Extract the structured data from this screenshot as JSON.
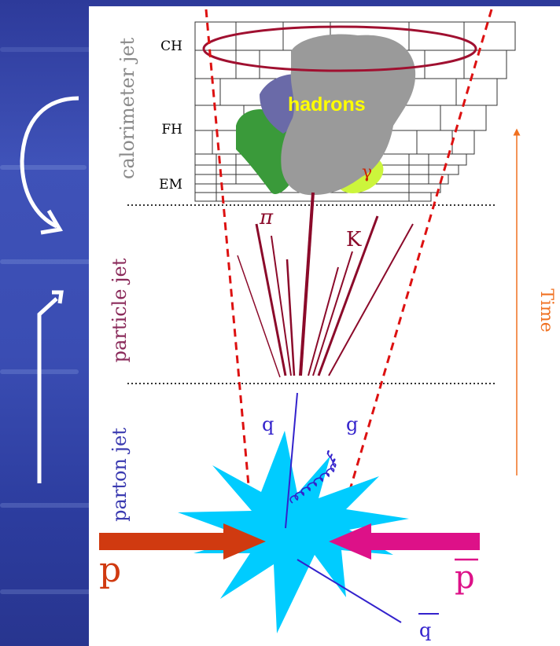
{
  "layers": {
    "calorimeter": "calorimeter jet",
    "particle": "particle jet",
    "parton": "parton jet"
  },
  "calorimeter_sections": {
    "ch": "CH",
    "fh": "FH",
    "em": "EM"
  },
  "particles": {
    "hadrons": "hadrons",
    "gamma": "γ",
    "pion": "π",
    "kaon": "K",
    "quark": "q",
    "gluon": "g",
    "proton": "p",
    "antiproton": "p",
    "antiquark": "q"
  },
  "time_axis": "Time",
  "colors": {
    "background": "#3a4db3",
    "hadron_blob": "#9a9a9a",
    "purple_blob": "#6a6aa8",
    "green_blob": "#3a9a3a",
    "gamma_blob": "#ccf53c",
    "hadrons_text": "#ffff00",
    "gamma_text": "#cc2200",
    "jet_lines": "#8b0a2a",
    "cone_dashes": "#dd1111",
    "collision_star": "#00ccff",
    "proton_arrow": "#d03a10",
    "antiproton_arrow": "#dd1188",
    "quark_lines": "#3322cc",
    "time_arrow": "#f07020",
    "layer_label_gray": "#8a8a8a",
    "layer_label_purple": "#8a2a5a",
    "layer_label_blue": "#3a3ab0"
  }
}
